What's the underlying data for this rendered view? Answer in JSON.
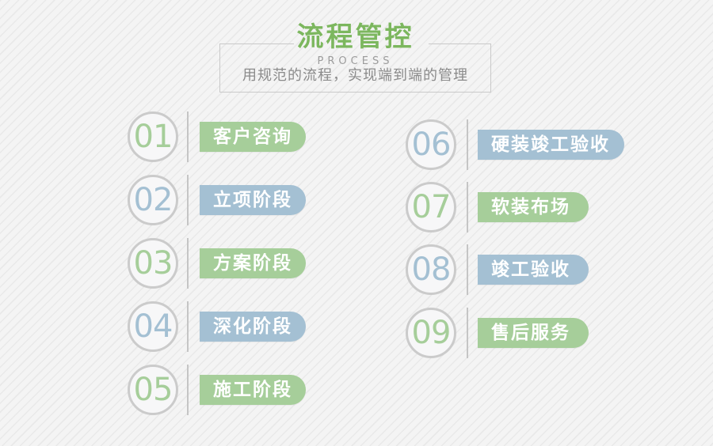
{
  "page": {
    "background_base": "#f4f4f4",
    "background_stripe": "#e9e9e9"
  },
  "header": {
    "title": "流程管控",
    "title_color": "#7cb75e",
    "subtitle": "PROCESS",
    "tagline": "用规范的流程，实现端到端的管理"
  },
  "colors": {
    "green": "#a6ce9a",
    "blue": "#a4c0d3",
    "circle_border": "#cbcbcb",
    "circle_fill": "#f7f7f8",
    "divider": "#c5c5c5",
    "box_border": "#c9c9c9",
    "subtitle_gray": "#9c9c9c",
    "tagline_gray": "#8b8b8b"
  },
  "steps": [
    {
      "number": "01",
      "label": "客户咨询",
      "color": "green",
      "column": "left"
    },
    {
      "number": "02",
      "label": "立项阶段",
      "color": "blue",
      "column": "left"
    },
    {
      "number": "03",
      "label": "方案阶段",
      "color": "green",
      "column": "left"
    },
    {
      "number": "04",
      "label": "深化阶段",
      "color": "blue",
      "column": "left"
    },
    {
      "number": "05",
      "label": "施工阶段",
      "color": "green",
      "column": "left"
    },
    {
      "number": "06",
      "label": "硬装竣工验收",
      "color": "blue",
      "column": "right"
    },
    {
      "number": "07",
      "label": "软装布场",
      "color": "green",
      "column": "right"
    },
    {
      "number": "08",
      "label": "竣工验收",
      "color": "blue",
      "column": "right"
    },
    {
      "number": "09",
      "label": "售后服务",
      "color": "green",
      "column": "right"
    }
  ]
}
